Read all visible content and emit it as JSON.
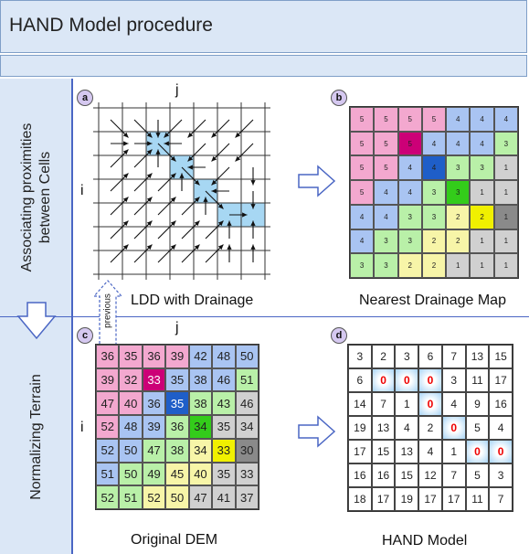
{
  "title": "HAND Model procedure",
  "row_labels": {
    "top": [
      "Associating proximities",
      "between Cells"
    ],
    "bottom": "Normalizing Terrain"
  },
  "panels": {
    "a": {
      "badge": "a",
      "axis_j": "j",
      "axis_i": "i",
      "caption": "LDD with Drainage"
    },
    "b": {
      "badge": "b",
      "caption": "Nearest Drainage Map"
    },
    "c": {
      "badge": "c",
      "axis_j": "j",
      "axis_i": "i",
      "caption": "Original DEM"
    },
    "d": {
      "badge": "d",
      "caption": "HAND  Model"
    }
  },
  "previous_label": "previous",
  "colors": {
    "1": "#d0d0d0",
    "2": "#f7f5a8",
    "3": "#b9f0a8",
    "4": "#a9c4f2",
    "5": "#f3a8cf",
    "6": "#f3a8cf",
    "drain": "#a7d7f3",
    "hl_magenta": "#cc0077",
    "hl_blue": "#1f5ec8",
    "hl_green": "#33cc1a",
    "hl_yellow": "#f0f000",
    "hl_gray": "#8a8a8a"
  },
  "grid_b": [
    [
      "5",
      "5",
      "5",
      "5",
      "4",
      "4",
      "4"
    ],
    [
      "5",
      "5",
      "5",
      "4",
      "4",
      "4",
      "3"
    ],
    [
      "5",
      "5",
      "4",
      "4",
      "3",
      "3",
      "1"
    ],
    [
      "5",
      "4",
      "4",
      "3",
      "3",
      "1",
      "1"
    ],
    [
      "4",
      "4",
      "3",
      "3",
      "2",
      "2",
      "1"
    ],
    [
      "4",
      "3",
      "3",
      "2",
      "2",
      "1",
      "1"
    ],
    [
      "3",
      "3",
      "2",
      "2",
      "1",
      "1",
      "1"
    ]
  ],
  "grid_c": [
    [
      "36",
      "35",
      "36",
      "39",
      "42",
      "48",
      "50"
    ],
    [
      "39",
      "32",
      "33",
      "35",
      "38",
      "46",
      "51"
    ],
    [
      "47",
      "40",
      "36",
      "35",
      "38",
      "43",
      "46"
    ],
    [
      "52",
      "48",
      "39",
      "36",
      "34",
      "35",
      "34"
    ],
    [
      "52",
      "50",
      "47",
      "38",
      "34",
      "33",
      "30"
    ],
    [
      "51",
      "50",
      "49",
      "45",
      "40",
      "35",
      "33"
    ],
    [
      "52",
      "51",
      "52",
      "50",
      "47",
      "41",
      "37"
    ]
  ],
  "grid_d": [
    [
      "3",
      "2",
      "3",
      "6",
      "7",
      "13",
      "15"
    ],
    [
      "6",
      "0",
      "0",
      "0",
      "3",
      "11",
      "17"
    ],
    [
      "14",
      "7",
      "1",
      "0",
      "4",
      "9",
      "16"
    ],
    [
      "19",
      "13",
      "4",
      "2",
      "0",
      "5",
      "4"
    ],
    [
      "17",
      "15",
      "13",
      "4",
      "1",
      "0",
      "0"
    ],
    [
      "16",
      "16",
      "15",
      "12",
      "7",
      "5",
      "3"
    ],
    [
      "18",
      "17",
      "19",
      "17",
      "17",
      "11",
      "7"
    ]
  ]
}
